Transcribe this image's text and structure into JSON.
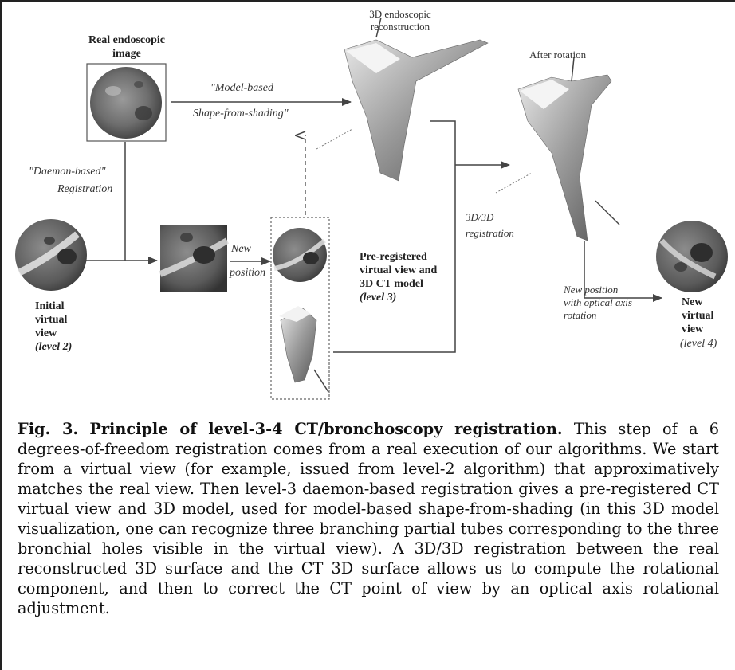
{
  "figure": {
    "real_image_title": "Real endoscopic image",
    "reconstruction_title": "3D endoscopic reconstruction",
    "after_rotation": "After rotation",
    "sfs_line1": "\"Model-based",
    "sfs_line2": "Shape-from-shading\"",
    "daemon_line1": "\"Daemon-based\"",
    "daemon_line2": "Registration",
    "new_position_line1": "New",
    "new_position_line2": "position",
    "reg33_line1": "3D/3D",
    "reg33_line2": "registration",
    "initial_line1": "Initial",
    "initial_line2": "virtual",
    "initial_line3": "view",
    "initial_level": "(level 2)",
    "prereg_line1": "Pre-registered",
    "prereg_line2": "virtual view and",
    "prereg_line3": "3D CT model",
    "prereg_level": "(level 3)",
    "newpos_rot_line1": "New position",
    "newpos_rot_line2": "with optical axis",
    "newpos_rot_line3": "rotation",
    "new_line1": "New",
    "new_line2": "virtual",
    "new_line3": "view",
    "new_level": "(level 4)"
  },
  "caption": {
    "label": "Fig. 3.",
    "title": "Principle of level-3-4 CT/bronchoscopy registration.",
    "body": "This step of a 6 degrees-of-freedom registration comes from a real execution of our algorithms. We start from a virtual view (for example, issued from level-2 algorithm) that approximatively matches the real view. Then level-3 daemon-based registration gives a pre-registered CT virtual view and 3D model, used for model-based shape-from-shading (in this 3D model visualization, one can recognize three branching partial tubes corresponding to the three bronchial holes visible in the virtual view). A 3D/3D registration between the real reconstructed 3D surface and the CT 3D surface allows us to compute the rotational component, and then to correct the CT point of view by an optical axis rotational adjustment."
  }
}
